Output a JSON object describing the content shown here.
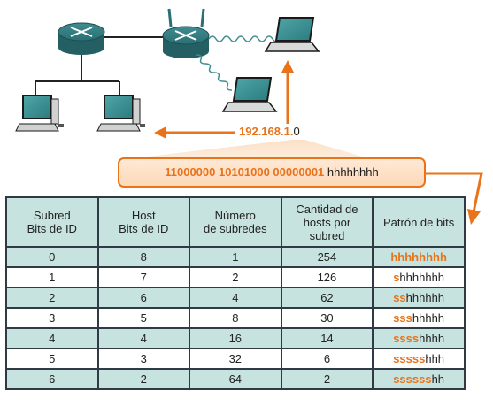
{
  "ip": {
    "highlight": "192.168.1.",
    "rest": "0"
  },
  "binary": {
    "network": "11000000 10101000 00000001",
    "host": "hhhhhhhh"
  },
  "colors": {
    "accent": "#e8731a",
    "row_tint": "#c7e3df",
    "device": "#2a6f73"
  },
  "table": {
    "headers": [
      [
        "Subred",
        "Bits de ID"
      ],
      [
        "Host",
        "Bits de ID"
      ],
      [
        "Número",
        "de subredes"
      ],
      [
        "Cantidad de",
        "hosts por",
        "subred"
      ],
      [
        "Patrón de bits"
      ]
    ],
    "rows": [
      {
        "subnet_bits": "0",
        "host_bits": "8",
        "subnets": "1",
        "hosts": "254",
        "pattern_s": "",
        "pattern_h": "hhhhhhhh"
      },
      {
        "subnet_bits": "1",
        "host_bits": "7",
        "subnets": "2",
        "hosts": "126",
        "pattern_s": "s",
        "pattern_h": "hhhhhhh"
      },
      {
        "subnet_bits": "2",
        "host_bits": "6",
        "subnets": "4",
        "hosts": "62",
        "pattern_s": "ss",
        "pattern_h": "hhhhhh"
      },
      {
        "subnet_bits": "3",
        "host_bits": "5",
        "subnets": "8",
        "hosts": "30",
        "pattern_s": "sss",
        "pattern_h": "hhhhh"
      },
      {
        "subnet_bits": "4",
        "host_bits": "4",
        "subnets": "16",
        "hosts": "14",
        "pattern_s": "ssss",
        "pattern_h": "hhhh"
      },
      {
        "subnet_bits": "5",
        "host_bits": "3",
        "subnets": "32",
        "hosts": "6",
        "pattern_s": "sssss",
        "pattern_h": "hhh"
      },
      {
        "subnet_bits": "6",
        "host_bits": "2",
        "subnets": "64",
        "hosts": "2",
        "pattern_s": "ssssss",
        "pattern_h": "hh"
      }
    ]
  }
}
